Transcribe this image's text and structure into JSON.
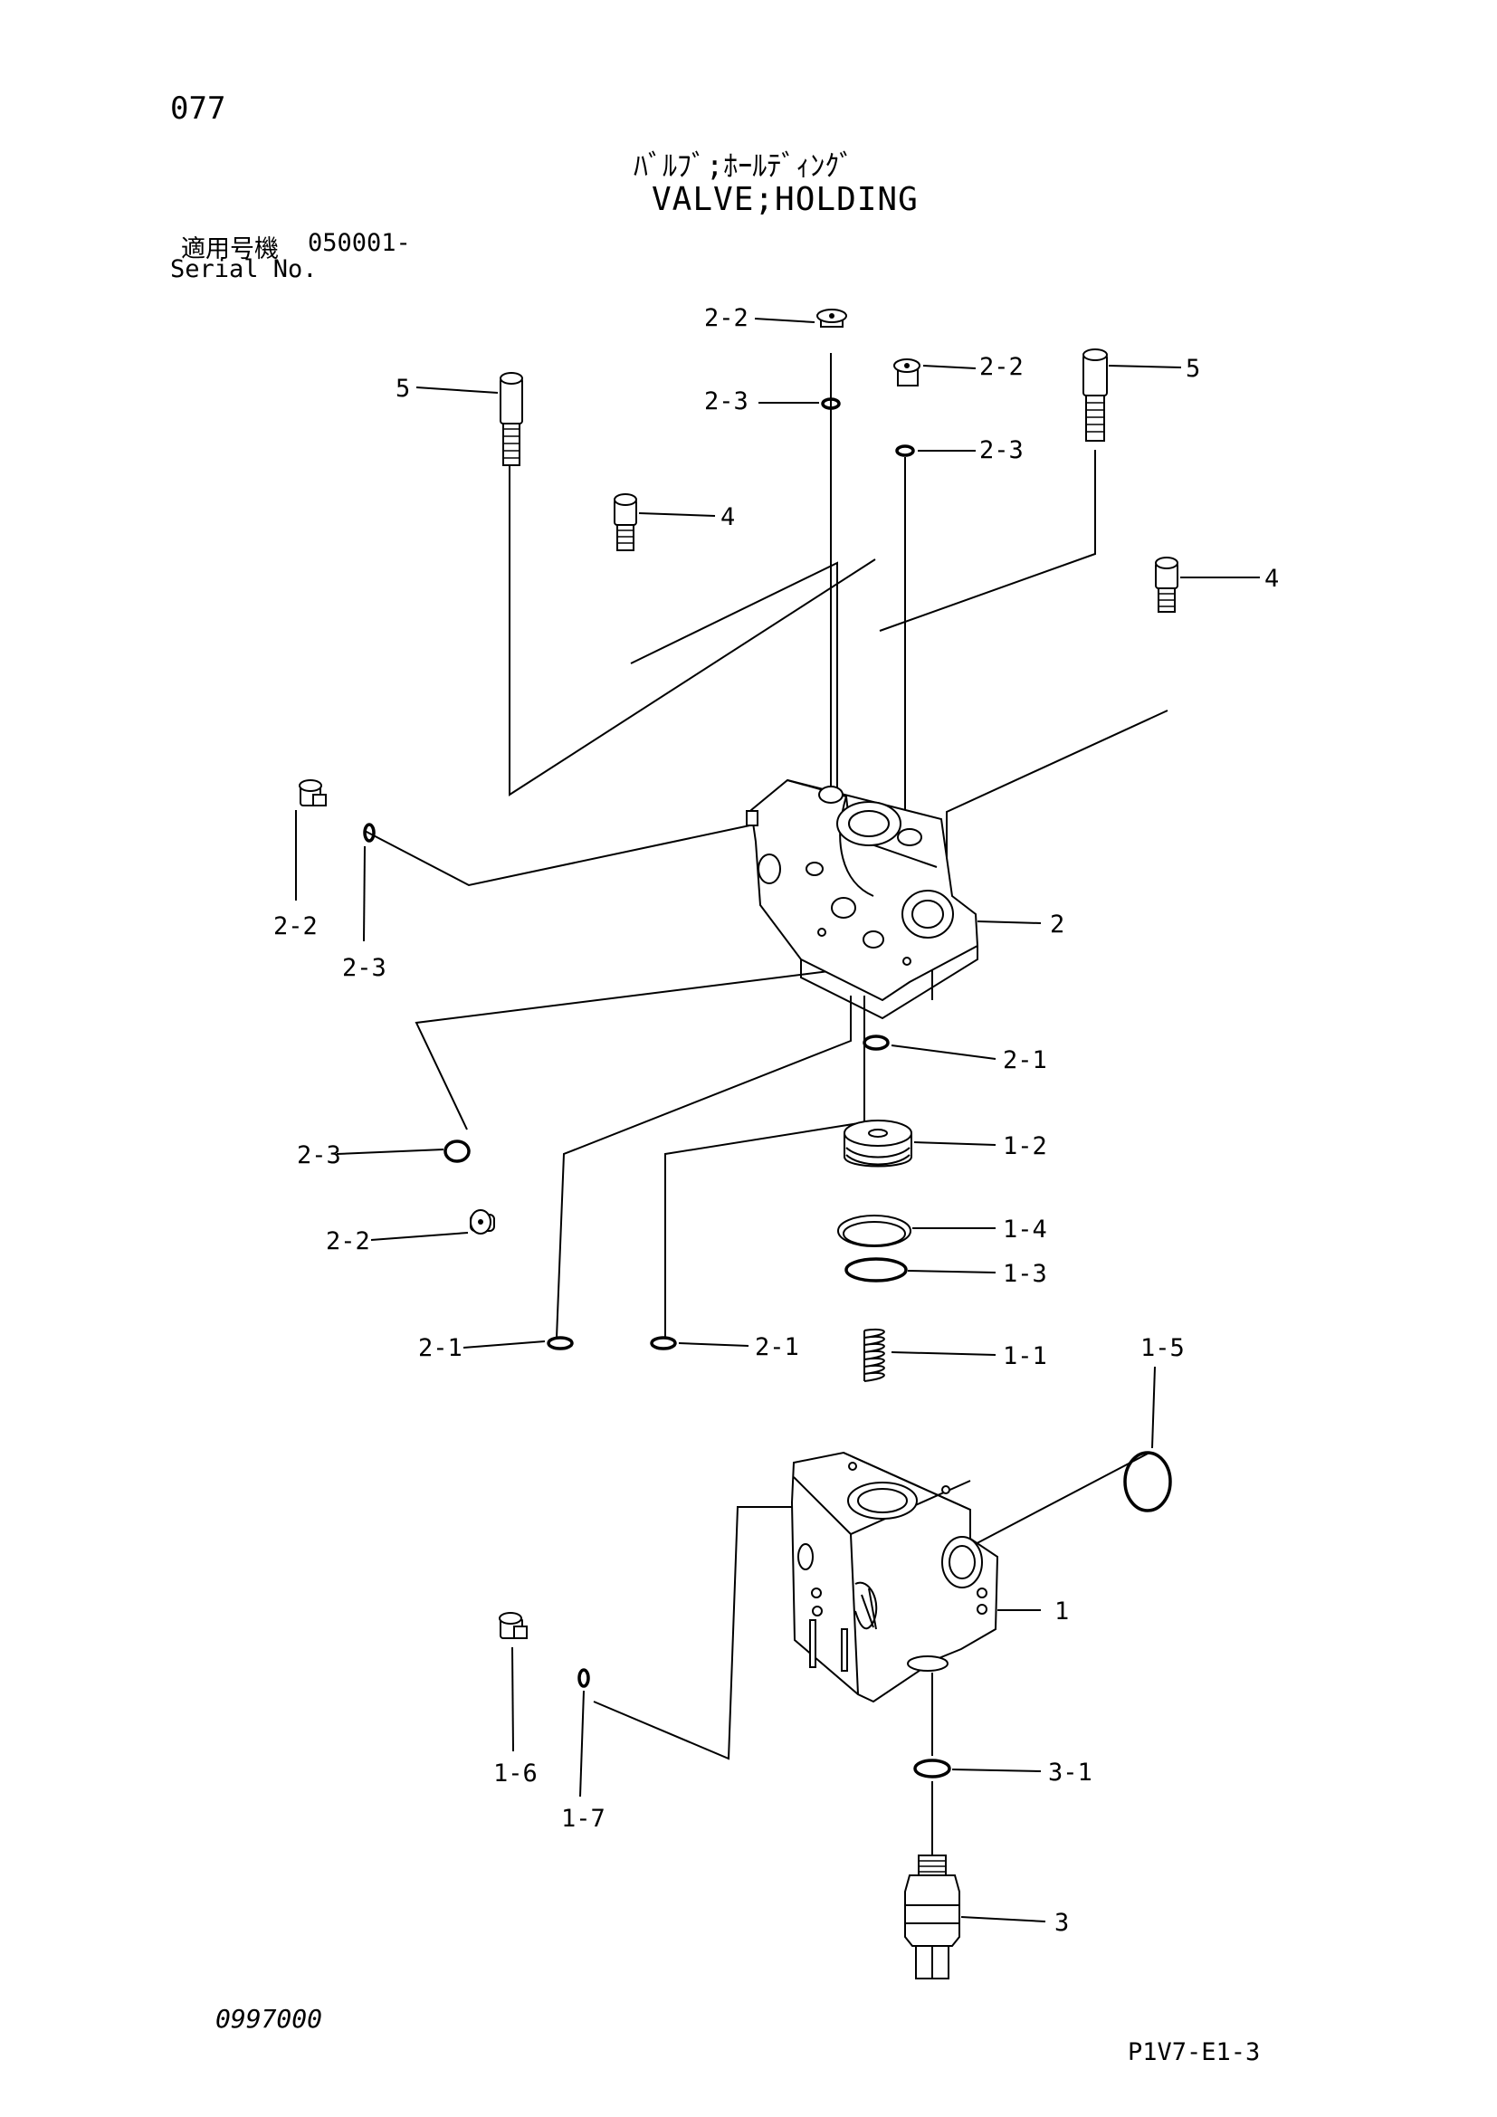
{
  "header": {
    "page_no": "077",
    "title_jp": "ﾊﾞﾙﾌﾞ;ﾎｰﾙﾃﾞｨﾝｸﾞ",
    "title_en": "VALVE;HOLDING",
    "serial_label_jp": "適用号機",
    "serial_value": "050001-",
    "serial_label_en": "Serial No."
  },
  "footer": {
    "doc_code": "0997000",
    "figure_code": "P1V7-E1-3"
  },
  "callouts": {
    "c_2_2_top": "2-2",
    "c_2_3_top": "2-3",
    "c_2_2_right": "2-2",
    "c_2_3_right": "2-3",
    "c_5_left": "5",
    "c_5_right": "5",
    "c_4_left": "4",
    "c_4_right": "4",
    "c_2_2_side": "2-2",
    "c_2_3_side": "2-3",
    "c_2": "2",
    "c_2_1_ring": "2-1",
    "c_1_2": "1-2",
    "c_2_3_lower": "2-3",
    "c_2_2_lower": "2-2",
    "c_1_4": "1-4",
    "c_1_3": "1-3",
    "c_2_1_left": "2-1",
    "c_2_1_mid": "2-1",
    "c_1_1": "1-1",
    "c_1_5": "1-5",
    "c_1": "1",
    "c_1_6": "1-6",
    "c_1_7": "1-7",
    "c_3_1": "3-1",
    "c_3": "3"
  }
}
